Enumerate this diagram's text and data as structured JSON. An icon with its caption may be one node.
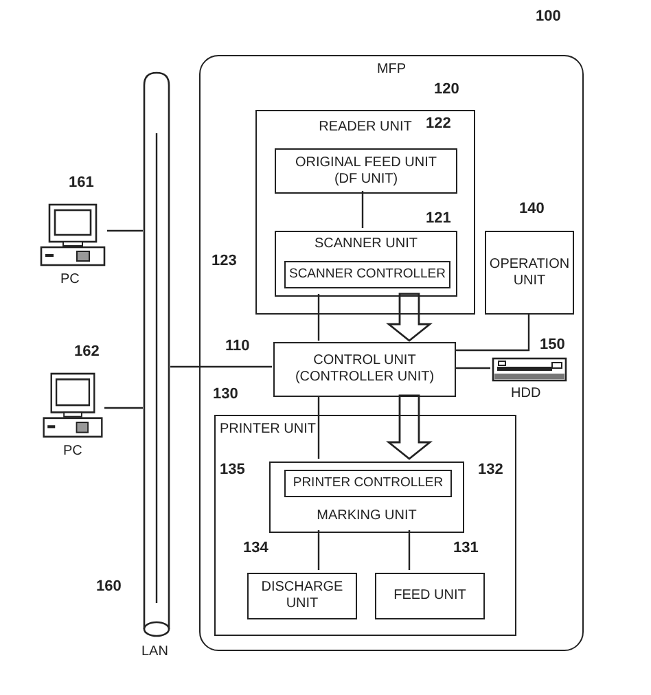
{
  "diagram": {
    "nodes": [
      {
        "text": [
          "MFP"
        ],
        "beside": [
          "100"
        ]
      },
      {
        "text": [
          "READER UNIT"
        ],
        "beside": [
          "120"
        ],
        "in": 0
      },
      {
        "text": [
          "ORIGINAL FEED UNIT (DF UNIT)"
        ],
        "beside": [
          "122"
        ],
        "in": 1
      },
      {
        "text": [
          "SCANNER UNIT"
        ],
        "beside": [
          "121"
        ],
        "in": 1
      },
      {
        "text": [
          "SCANNER CONTROLLER"
        ],
        "beside": [
          "123"
        ],
        "in": 3
      },
      {
        "text": [
          "OPERATION UNIT"
        ],
        "beside": [
          "140"
        ],
        "in": 0
      },
      {
        "text": [
          "CONTROL UNIT (CONTROLLER UNIT)"
        ],
        "beside": [
          "110"
        ],
        "in": 0
      },
      {
        "text": [],
        "shape": "picture",
        "beside": [
          "150",
          "HDD"
        ],
        "in": 0
      },
      {
        "text": [
          "PRINTER UNIT"
        ],
        "beside": [
          "130"
        ],
        "in": 0
      },
      {
        "text": [
          "MARKING UNIT"
        ],
        "beside": [
          "132"
        ],
        "in": 8
      },
      {
        "text": [
          "PRINTER CONTROLLER"
        ],
        "beside": [
          "135"
        ],
        "in": 9
      },
      {
        "text": [
          "DISCHARGE UNIT"
        ],
        "beside": [
          "134"
        ],
        "in": 8
      },
      {
        "text": [
          "FEED UNIT"
        ],
        "beside": [
          "131"
        ],
        "in": 8
      },
      {
        "text": [],
        "shape": "cylinder",
        "beside": [
          "160",
          "LAN"
        ]
      },
      {
        "text": [],
        "shape": "picture",
        "beside": [
          "161",
          "PC"
        ]
      },
      {
        "text": [],
        "shape": "picture",
        "beside": [
          "162",
          "PC"
        ]
      }
    ],
    "edges": [
      {
        "from": 2,
        "to": 3,
        "arrow": "none"
      },
      {
        "from": 3,
        "to": 6,
        "arrow": "none"
      },
      {
        "from": 3,
        "to": 6,
        "arrow": "to",
        "style": "thick"
      },
      {
        "from": 5,
        "to": 6,
        "arrow": "none"
      },
      {
        "from": 6,
        "to": 7,
        "arrow": "none"
      },
      {
        "from": 6,
        "to": 9,
        "arrow": "none"
      },
      {
        "from": 6,
        "to": 9,
        "arrow": "to",
        "style": "thick"
      },
      {
        "from": 9,
        "to": 11,
        "arrow": "none"
      },
      {
        "from": 9,
        "to": 12,
        "arrow": "none"
      },
      {
        "from": 14,
        "to": 13,
        "arrow": "none"
      },
      {
        "from": 15,
        "to": 13,
        "arrow": "none"
      },
      {
        "from": 13,
        "to": 6,
        "arrow": "none"
      }
    ]
  }
}
